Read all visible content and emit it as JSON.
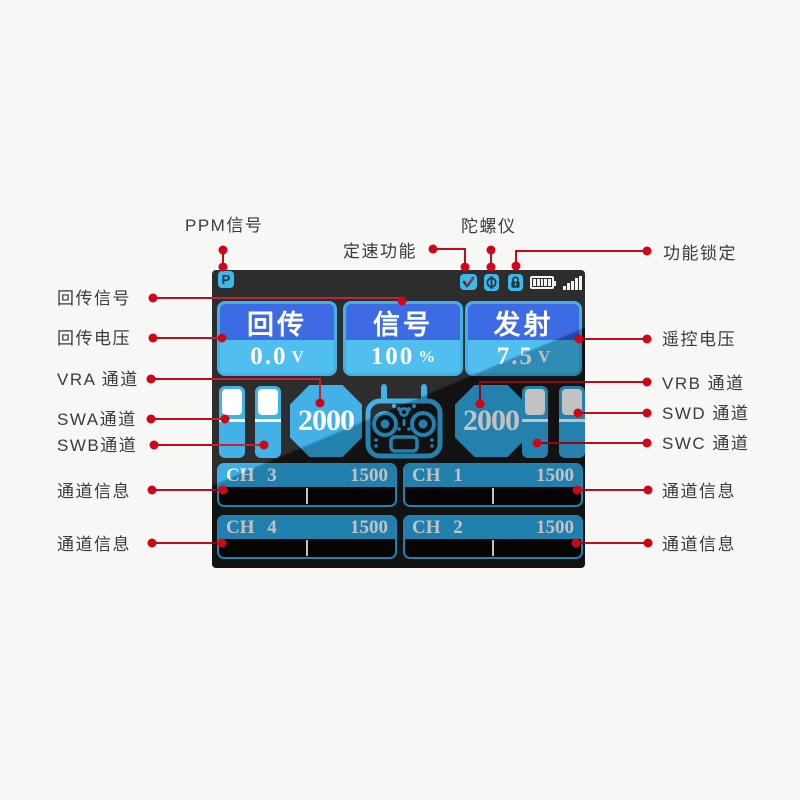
{
  "colors": {
    "accent_cyan": "#2FA9E4",
    "bright_cyan": "#3FB8EC",
    "header_blue": "#2A5CE0",
    "screen_black": "#181818",
    "annotation_red": "#CF0617",
    "label_text": "#3B3B3B",
    "page_bg": "#F7F7F5"
  },
  "annotations": {
    "top": [
      "PPM信号",
      "定速功能",
      "陀螺仪",
      "功能锁定"
    ],
    "left": [
      "回传信号",
      "回传电压",
      "VRA 通道",
      "SWA通道",
      "SWB通道",
      "通道信息",
      "通道信息"
    ],
    "right": [
      "遥控电压",
      "VRB 通道",
      "SWD 通道",
      "SWC 通道",
      "通道信息",
      "通道信息"
    ]
  },
  "screen": {
    "ppm_badge": "P",
    "status_icons": [
      "ppm-indicator",
      "speed-lock-check",
      "gyroscope",
      "function-lock",
      "battery",
      "signal-strength"
    ],
    "info_panels": [
      {
        "title": "回传",
        "value": "0.0",
        "unit": "V"
      },
      {
        "title": "信号",
        "value": "100",
        "unit": "%"
      },
      {
        "title": "发射",
        "value": "7.5",
        "unit": "V"
      }
    ],
    "dials": [
      {
        "name": "VRA",
        "value": "2000"
      },
      {
        "name": "VRB",
        "value": "2000"
      }
    ],
    "channels": [
      {
        "name": "CH 3",
        "value": "1500"
      },
      {
        "name": "CH 1",
        "value": "1500"
      },
      {
        "name": "CH 4",
        "value": "1500"
      },
      {
        "name": "CH 2",
        "value": "1500"
      }
    ]
  }
}
